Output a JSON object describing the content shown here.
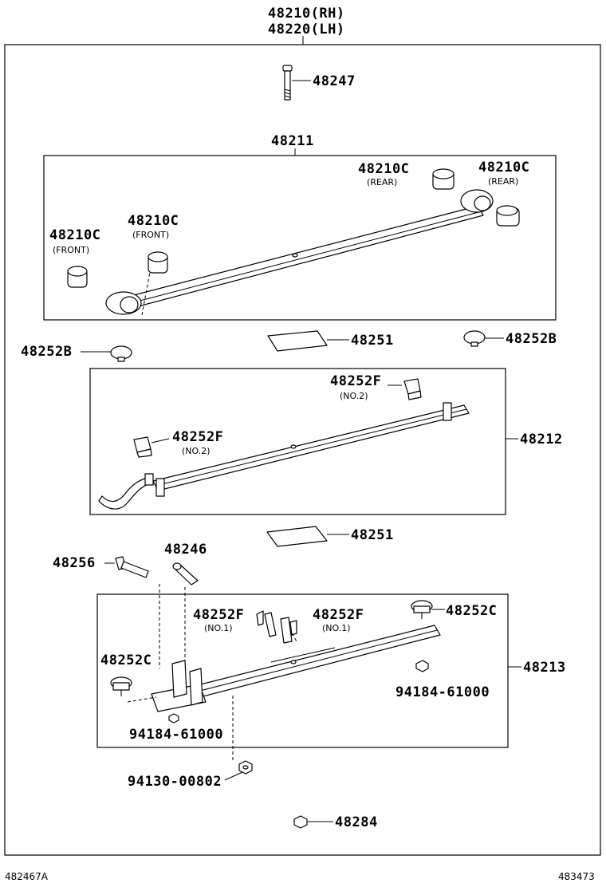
{
  "assembly": {
    "rh": "48210(RH)",
    "lh": "48220(LH)"
  },
  "labels": {
    "bolt_48247": "48247",
    "leaf_48211": "48211",
    "bush_rear_top": "48210C",
    "bush_rear_top_note": "(REAR)",
    "bush_rear_right": "48210C",
    "bush_rear_right_note": "(REAR)",
    "bush_front_mid": "48210C",
    "bush_front_mid_note": "(FRONT)",
    "bush_front_left": "48210C",
    "bush_front_left_note": "(FRONT)",
    "pad_48251_upper": "48251",
    "insert_48252b_right": "48252B",
    "insert_48252b_left": "48252B",
    "clip_no2_top": "48252F",
    "clip_no2_top_note": "(NO.2)",
    "clip_no2_left": "48252F",
    "clip_no2_left_note": "(NO.2)",
    "leaf_48212": "48212",
    "pad_48251_lower": "48251",
    "bolt_48256": "48256",
    "pin_48246": "48246",
    "clip_no1_left": "48252F",
    "clip_no1_left_note": "(NO.1)",
    "clip_no1_right": "48252F",
    "clip_no1_right_note": "(NO.1)",
    "insert_48252c_right": "48252C",
    "insert_48252c_left": "48252C",
    "leaf_48213": "48213",
    "nut_94184_right": "94184-61000",
    "nut_94184_left": "94184-61000",
    "nut_94130": "94130-00802",
    "nut_48284": "48284"
  },
  "footer": {
    "left_code": "482467A",
    "right_code": "483473"
  }
}
